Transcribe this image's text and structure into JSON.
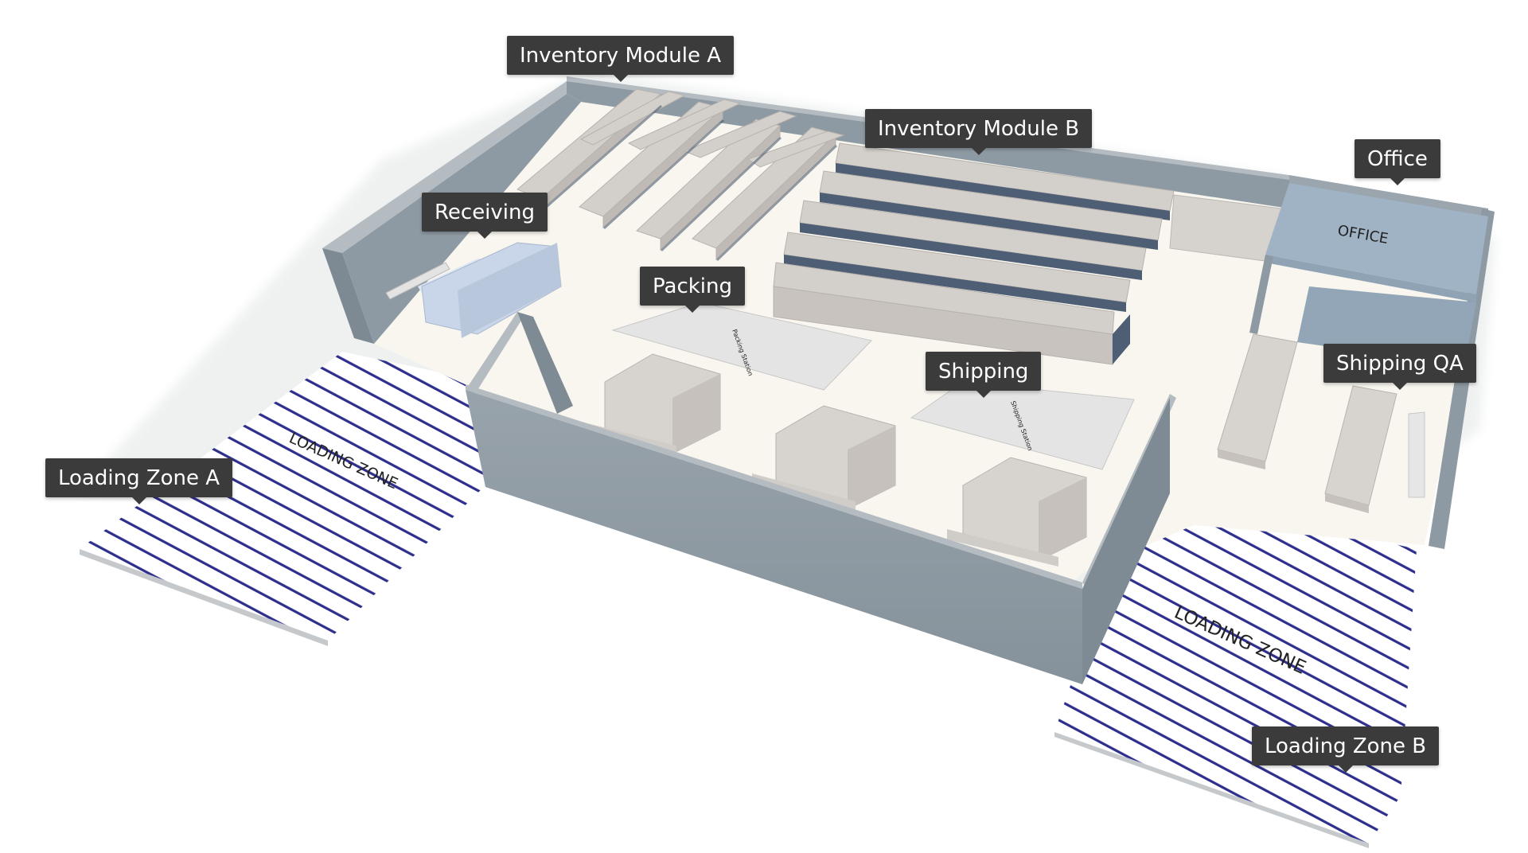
{
  "map": {
    "floor_labels": {
      "office": "OFFICE",
      "loading_zone_left": "LOADING ZONE",
      "loading_zone_right": "LOADING ZONE",
      "packing_station": "Packing Station",
      "shipping_station": "Shipping Station"
    },
    "zones": [
      {
        "id": "inventory-module-a",
        "label": "Inventory Module A"
      },
      {
        "id": "inventory-module-b",
        "label": "Inventory Module B"
      },
      {
        "id": "office",
        "label": "Office"
      },
      {
        "id": "receiving",
        "label": "Receiving"
      },
      {
        "id": "packing",
        "label": "Packing"
      },
      {
        "id": "shipping",
        "label": "Shipping"
      },
      {
        "id": "shipping-qa",
        "label": "Shipping QA"
      },
      {
        "id": "loading-zone-a",
        "label": "Loading Zone A"
      },
      {
        "id": "loading-zone-b",
        "label": "Loading Zone B"
      }
    ],
    "colors": {
      "wall": "#8f9aa2",
      "wall_top": "#b4bcc2",
      "floor": "#f8f6ee",
      "shelf": "#d3cfcb",
      "rack": "#4e5e75",
      "office": "#9fb3c4",
      "receiving_boxes": "#c9d6ea",
      "hatch": "#2e2f8c",
      "tooltip_bg": "#3b3b3b",
      "tooltip_text": "#ffffff"
    }
  }
}
